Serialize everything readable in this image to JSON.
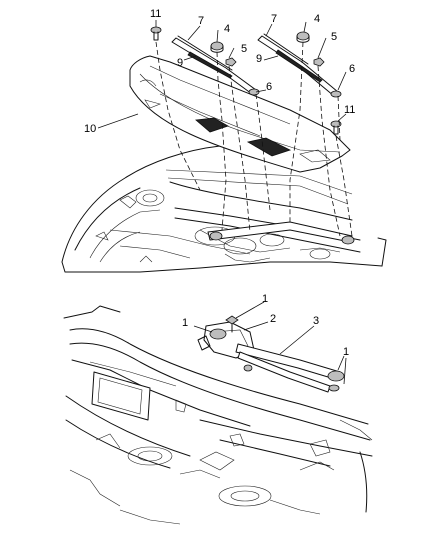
{
  "diagram": {
    "top_view": {
      "callouts": [
        {
          "id": "11a",
          "text": "11"
        },
        {
          "id": "7a",
          "text": "7"
        },
        {
          "id": "4a",
          "text": "4"
        },
        {
          "id": "5a",
          "text": "5"
        },
        {
          "id": "9a",
          "text": "9"
        },
        {
          "id": "7b",
          "text": "7"
        },
        {
          "id": "4b",
          "text": "4"
        },
        {
          "id": "5b",
          "text": "5"
        },
        {
          "id": "9b",
          "text": "9"
        },
        {
          "id": "6a",
          "text": "6"
        },
        {
          "id": "6b",
          "text": "6"
        },
        {
          "id": "10",
          "text": "10"
        },
        {
          "id": "11b",
          "text": "11"
        }
      ]
    },
    "bottom_view": {
      "callouts": [
        {
          "id": "1a",
          "text": "1"
        },
        {
          "id": "1b",
          "text": "1"
        },
        {
          "id": "2",
          "text": "2"
        },
        {
          "id": "3",
          "text": "3"
        },
        {
          "id": "1c",
          "text": "1"
        }
      ]
    }
  }
}
